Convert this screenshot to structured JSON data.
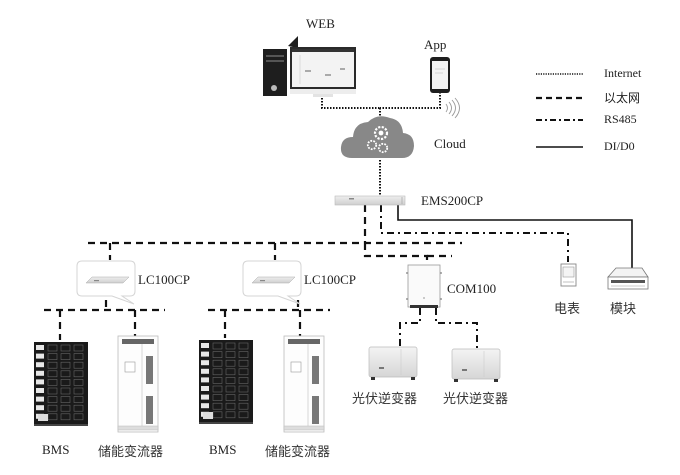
{
  "diagram": {
    "title": "",
    "nodes": {
      "web": {
        "label": "WEB",
        "icon": "desktop-computer-icon"
      },
      "app": {
        "label": "App",
        "icon": "smartphone-icon"
      },
      "cloud": {
        "label": "Cloud",
        "icon": "cloud-gears-icon"
      },
      "ems": {
        "label": "EMS200CP",
        "icon": "rack-controller-icon"
      },
      "lc1": {
        "label": "LC100CP",
        "icon": "controller-bubble-icon"
      },
      "lc2": {
        "label": "LC100CP",
        "icon": "controller-bubble-icon"
      },
      "com": {
        "label": "COM100",
        "icon": "junction-box-icon"
      },
      "meter": {
        "label": "电表",
        "icon": "electric-meter-icon"
      },
      "module": {
        "label": "模块",
        "icon": "io-module-icon"
      },
      "bms1": {
        "label": "BMS",
        "icon": "battery-rack-icon"
      },
      "pcs1": {
        "label": "储能变流器",
        "icon": "inverter-cabinet-icon"
      },
      "bms2": {
        "label": "BMS",
        "icon": "battery-rack-icon"
      },
      "pcs2": {
        "label": "储能变流器",
        "icon": "inverter-cabinet-icon"
      },
      "pv1": {
        "label": "光伏逆变器",
        "icon": "pv-inverter-icon"
      },
      "pv2": {
        "label": "光伏逆变器",
        "icon": "pv-inverter-icon"
      }
    },
    "legend": [
      {
        "style": "dotted",
        "label": "Internet"
      },
      {
        "style": "dashed",
        "label": "以太网"
      },
      {
        "style": "dashdot",
        "label": "RS485"
      },
      {
        "style": "solid",
        "label": "DI/D0"
      }
    ],
    "connections": [
      {
        "from": "web",
        "to": "cloud",
        "type": "Internet"
      },
      {
        "from": "app",
        "to": "cloud",
        "type": "Internet"
      },
      {
        "from": "cloud",
        "to": "ems",
        "type": "Internet"
      },
      {
        "from": "ems",
        "to": "lc1",
        "type": "以太网"
      },
      {
        "from": "ems",
        "to": "lc2",
        "type": "以太网"
      },
      {
        "from": "ems",
        "to": "com",
        "type": "以太网"
      },
      {
        "from": "ems",
        "to": "meter",
        "type": "RS485"
      },
      {
        "from": "ems",
        "to": "module",
        "type": "DI/D0"
      },
      {
        "from": "lc1",
        "to": "bms1",
        "type": "以太网"
      },
      {
        "from": "lc1",
        "to": "pcs1",
        "type": "以太网"
      },
      {
        "from": "lc2",
        "to": "bms2",
        "type": "以太网"
      },
      {
        "from": "lc2",
        "to": "pcs2",
        "type": "以太网"
      },
      {
        "from": "com",
        "to": "pv1",
        "type": "RS485"
      },
      {
        "from": "com",
        "to": "pv2",
        "type": "RS485"
      }
    ]
  }
}
